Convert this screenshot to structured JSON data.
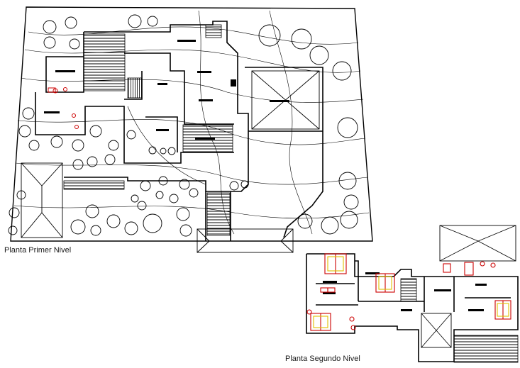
{
  "plans": [
    {
      "id": "primer",
      "caption": "Planta Primer Nivel"
    },
    {
      "id": "segundo",
      "caption": "Planta Segundo Nivel"
    }
  ],
  "colors": {
    "line": "#000000",
    "fixture": "#cc0000",
    "fixture_accent": "#e0c000",
    "background": "#ffffff"
  }
}
